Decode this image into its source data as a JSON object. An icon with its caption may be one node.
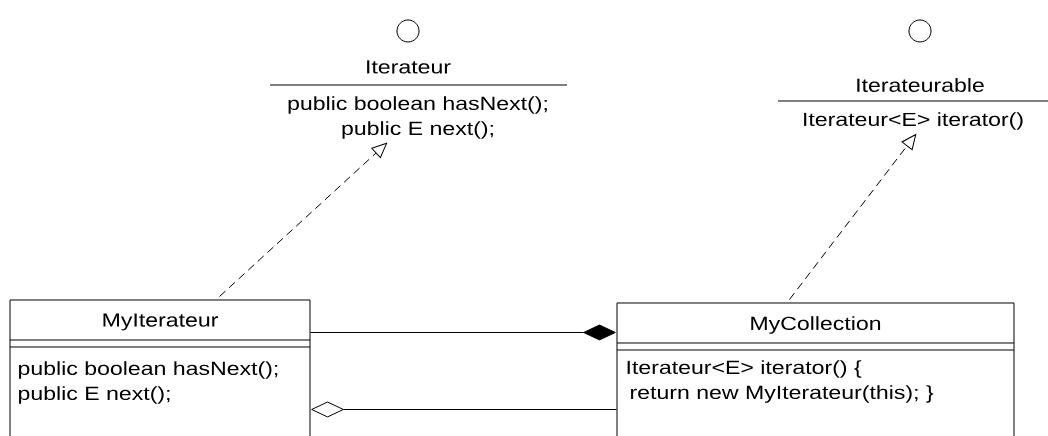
{
  "diagram": {
    "nodes": [
      {
        "text": [
          "Iterateur",
          "public boolean hasNext();",
          "public E next();"
        ]
      },
      {
        "text": [
          "Iterateurable",
          "Iterateur<E> iterator()"
        ]
      },
      {
        "text": [
          "MyIterateur",
          "public boolean hasNext();",
          "public E next();"
        ]
      },
      {
        "text": [
          "MyCollection",
          "Iterateur<E> iterator() {",
          "return new MyIterateur(this); }"
        ]
      }
    ],
    "edges": [
      {
        "from": 2,
        "to": 0,
        "arrow": "to",
        "style": "dashed"
      },
      {
        "from": 3,
        "to": 1,
        "arrow": "to",
        "style": "dashed"
      },
      {
        "from": 2,
        "to": 3,
        "arrow": "other"
      },
      {
        "from": 3,
        "to": 2,
        "arrow": "other"
      }
    ]
  }
}
